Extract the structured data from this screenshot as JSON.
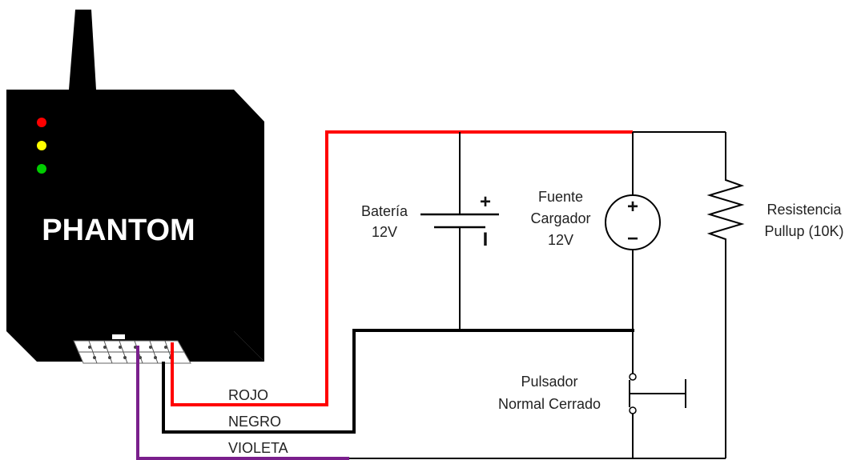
{
  "device": {
    "name": "PHANTOM"
  },
  "wires": {
    "red_label": "ROJO",
    "black_label": "NEGRO",
    "violet_label": "VIOLETA",
    "red_color": "#ff0000",
    "black_color": "#000000",
    "violet_color": "#7a1f8c"
  },
  "leds": [
    "#ff0000",
    "#ffff00",
    "#00cc00"
  ],
  "battery": {
    "line1": "Batería",
    "line2": "12V",
    "plus": "+",
    "minus": "I"
  },
  "charger": {
    "line1": "Fuente",
    "line2": "Cargador",
    "line3": "12V",
    "plus": "+",
    "minus": "−"
  },
  "resistor": {
    "line1": "Resistencia",
    "line2": "Pullup (10K)"
  },
  "button": {
    "line1": "Pulsador",
    "line2": "Normal Cerrado"
  }
}
